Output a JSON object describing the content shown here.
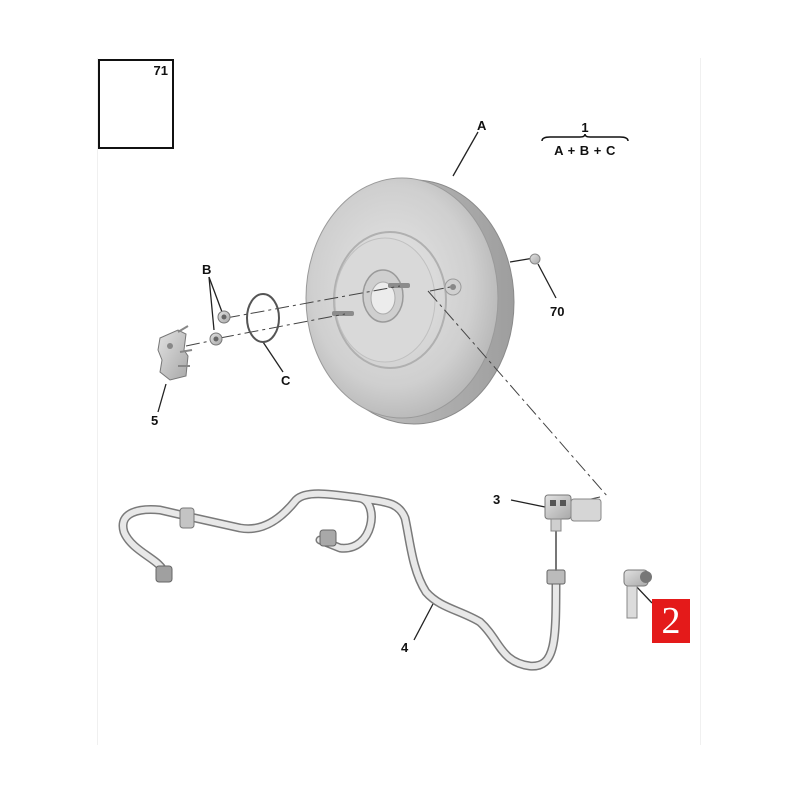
{
  "diagram": {
    "type": "exploded-parts-diagram",
    "subject": "brake booster assembly with vacuum hose and pressure sensor",
    "inset": {
      "ref": "71",
      "part_icon": "connector-clip-icon"
    },
    "assembly": {
      "ref": "1",
      "composition": "A + B + C"
    },
    "callouts": [
      {
        "id": "A",
        "label": "A",
        "part": "brake-booster"
      },
      {
        "id": "B",
        "label": "B",
        "part": "nuts"
      },
      {
        "id": "C",
        "label": "C",
        "part": "o-ring-seal"
      },
      {
        "id": "5",
        "label": "5",
        "part": "bracket"
      },
      {
        "id": "70",
        "label": "70",
        "part": "small-nut"
      },
      {
        "id": "3",
        "label": "3",
        "part": "vacuum-sensor"
      },
      {
        "id": "4",
        "label": "4",
        "part": "vacuum-hose"
      },
      {
        "id": "2",
        "label": "2",
        "part": "elbow-connector",
        "highlighted": true
      }
    ],
    "colors": {
      "highlight_badge": "#e41a1a",
      "part_fill": "#d4d4d4",
      "part_stroke": "#8a8a8a",
      "text": "#111111"
    }
  }
}
